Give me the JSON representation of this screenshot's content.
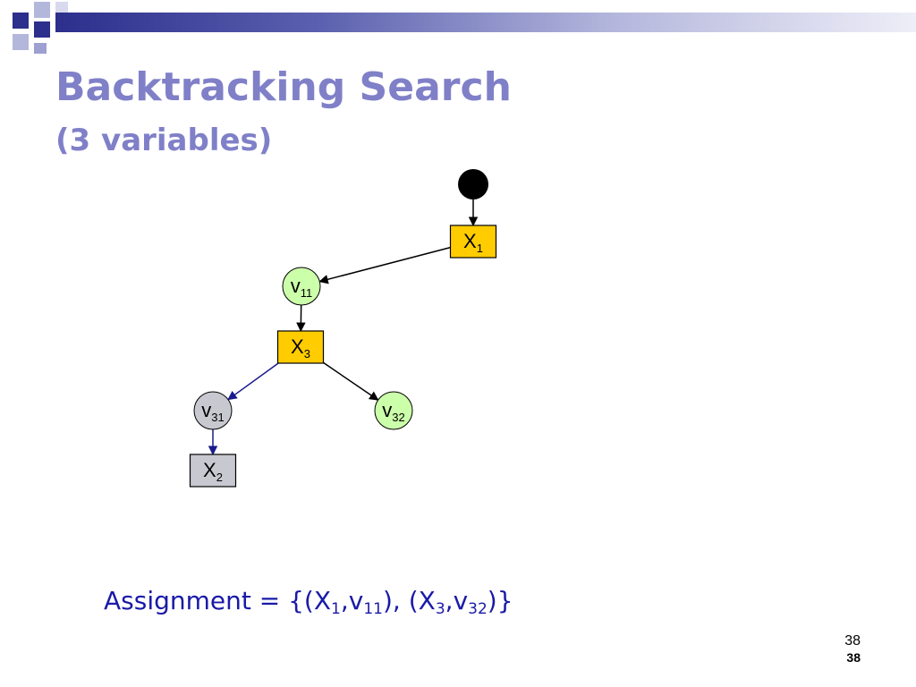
{
  "slide": {
    "title": "Backtracking Search",
    "subtitle": "(3 variables)",
    "page_number": "38",
    "page_number_bold": "38"
  },
  "colors": {
    "title": "#8080c8",
    "variable_active": "#ffcc00",
    "variable_inactive": "#c8c8d0",
    "value_node": "#ccffaa",
    "value_node_failed": "#c8c8d0",
    "assignment_text": "#1a1aa8",
    "edge": "#000000",
    "edge_backtrack": "#1a1a8c"
  },
  "tree": {
    "nodes": [
      {
        "id": "root",
        "kind": "root"
      },
      {
        "id": "X1",
        "kind": "variable",
        "label": "X",
        "sub": "1",
        "state": "active"
      },
      {
        "id": "v11",
        "kind": "value",
        "label": "v",
        "sub": "11",
        "state": "assigned"
      },
      {
        "id": "X3",
        "kind": "variable",
        "label": "X",
        "sub": "3",
        "state": "active"
      },
      {
        "id": "v31",
        "kind": "value",
        "label": "v",
        "sub": "31",
        "state": "failed"
      },
      {
        "id": "v32",
        "kind": "value",
        "label": "v",
        "sub": "32",
        "state": "assigned"
      },
      {
        "id": "X2",
        "kind": "variable",
        "label": "X",
        "sub": "2",
        "state": "inactive"
      }
    ],
    "edges": [
      {
        "from": "root",
        "to": "X1",
        "style": "normal"
      },
      {
        "from": "X1",
        "to": "v11",
        "style": "normal"
      },
      {
        "from": "v11",
        "to": "X3",
        "style": "normal"
      },
      {
        "from": "X3",
        "to": "v31",
        "style": "backtrack"
      },
      {
        "from": "X3",
        "to": "v32",
        "style": "normal"
      },
      {
        "from": "v31",
        "to": "X2",
        "style": "backtrack"
      }
    ]
  },
  "assignment": {
    "prefix": "Assignment = {(X",
    "s1": "1",
    "m1": ",v",
    "s2": "11",
    "m2": "), (X",
    "s3": "3",
    "m3": ",v",
    "s4": "32",
    "suffix": ")}"
  }
}
